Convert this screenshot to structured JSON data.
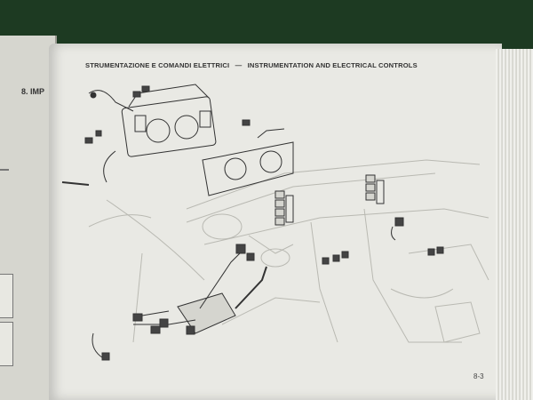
{
  "page": {
    "header_it": "STRUMENTAZIONE E COMANDI ELETTRICI",
    "separator": "—",
    "header_en": "INSTRUMENTATION AND ELECTRICAL CONTROLS",
    "page_number": "8-3"
  },
  "left_page": {
    "tab_text": "8. IMP"
  }
}
